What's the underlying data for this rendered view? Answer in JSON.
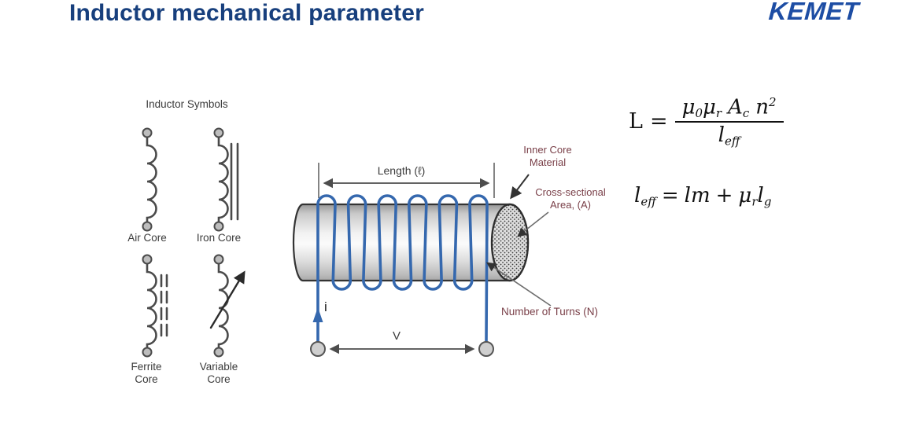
{
  "slide": {
    "title": "Inductor mechanical parameter",
    "brand": "KEMET"
  },
  "symbols": {
    "heading": "Inductor Symbols",
    "air_core": "Air Core",
    "iron_core": "Iron Core",
    "ferrite_line1": "Ferrite",
    "ferrite_line2": "Core",
    "variable_line1": "Variable",
    "variable_line2": "Core"
  },
  "diagram": {
    "length_label": "Length (ℓ)",
    "current_label": "i",
    "voltage_label": "V",
    "inner_core_line1": "Inner Core",
    "inner_core_line2": "Material",
    "cross_section_line1": "Cross-sectional",
    "cross_section_line2": "Area, (A)",
    "turns_label": "Number of Turns (N)"
  },
  "equations": {
    "eq1": {
      "lhs": "L",
      "rel": "=",
      "mu1": "μ",
      "mu1sub": "0",
      "mu2": "μ",
      "mu2sub": "r",
      "A": "A",
      "Asub": "c",
      "n": "n",
      "nsup": "2",
      "den": "l",
      "densub": "eff"
    },
    "eq2": {
      "l": "l",
      "lsub": "eff",
      "rel": "=",
      "lm": "lm",
      "plus": "+",
      "mu": "μ",
      "musub": "r",
      "lg": "l",
      "lgsub": "g"
    }
  },
  "colors": {
    "title": "#173f7d",
    "brand": "#1d4da4",
    "coil": "#3568ae",
    "annotation": "#7a4049",
    "line_gray": "#4d4d4d"
  }
}
